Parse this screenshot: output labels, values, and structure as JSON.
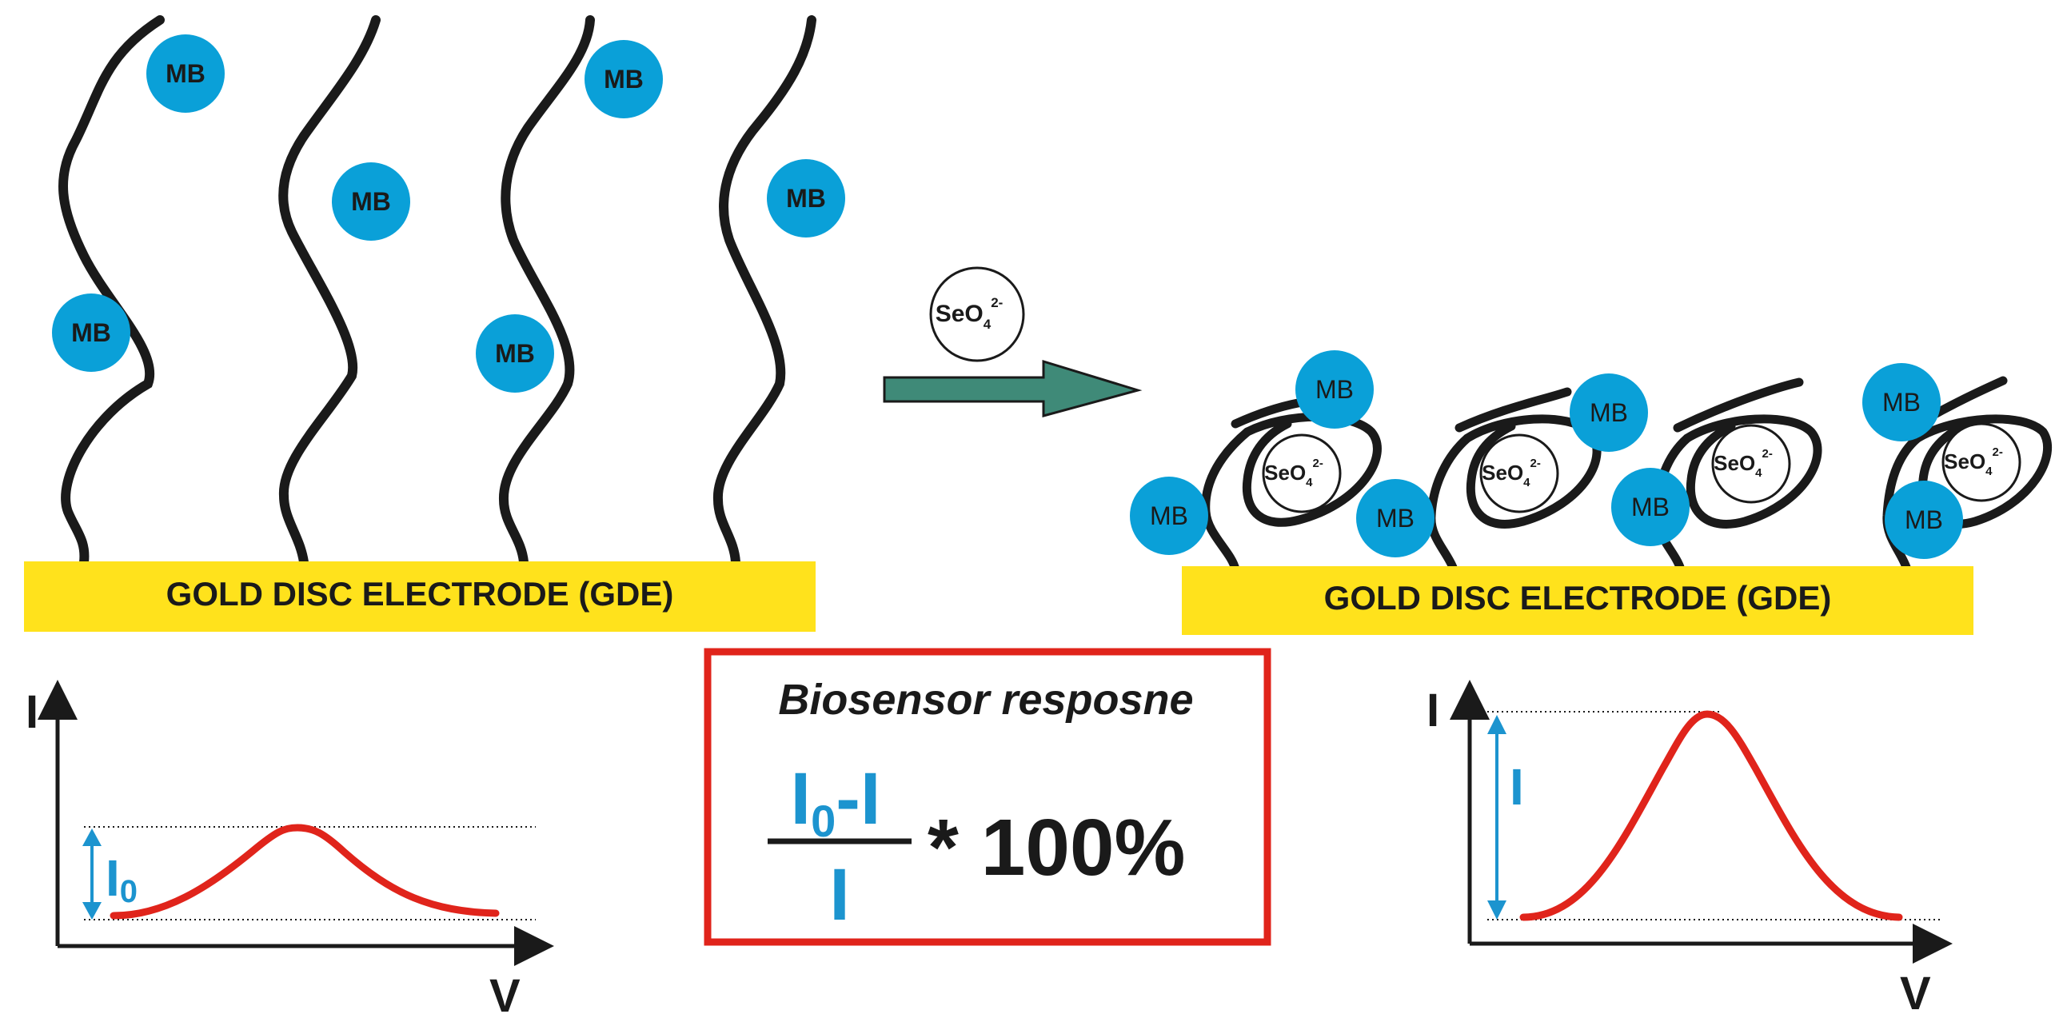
{
  "electrode": {
    "left_label": "GOLD DISC ELECTRODE (GDE)",
    "right_label": "GOLD DISC ELECTRODE (GDE)",
    "color": "#ffe21c"
  },
  "labels": {
    "mb": "MB",
    "analyte_base": "SeO",
    "analyte_sub": "4",
    "analyte_sup": "2-"
  },
  "colors": {
    "mb": "#0aa0d8",
    "curve": "#e0241b",
    "arrow": "#3f8a78",
    "box": "#e0241b",
    "accent": "#1c94cf",
    "ink": "#1a1a1a"
  },
  "formula": {
    "title": "Biosensor resposne",
    "num_base": "I",
    "num_sub": "0",
    "num_rest": "-I",
    "den": "I",
    "tail": "* 100%"
  },
  "graph_left": {
    "axis_y": "I",
    "axis_x": "V",
    "marker_base": "I",
    "marker_sub": "0"
  },
  "graph_right": {
    "axis_y": "I",
    "axis_x": "V",
    "marker": "I"
  }
}
